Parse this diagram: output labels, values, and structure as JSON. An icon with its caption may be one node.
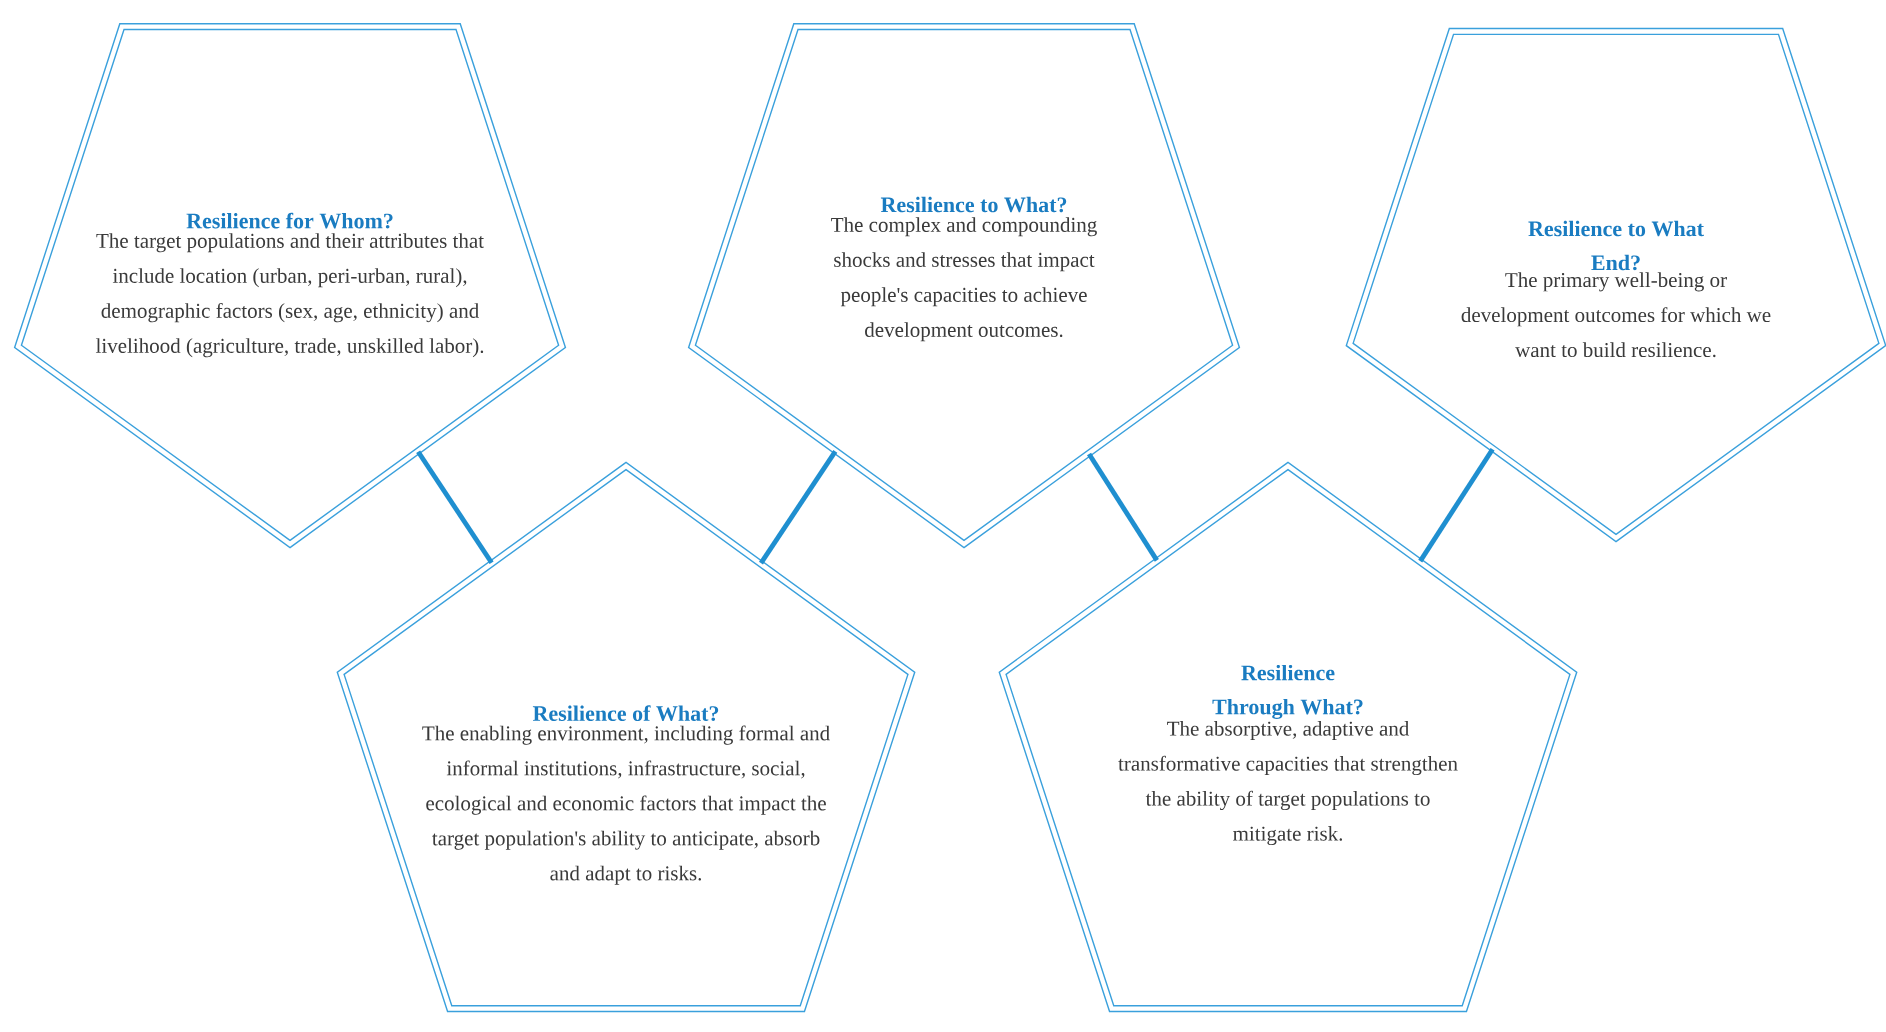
{
  "diagram": {
    "nodes": [
      {
        "text": [
          "Resilience for Whom?",
          "The target populations and their attributes that include location (urban, peri-urban, rural), demographic factors (sex, age, ethnicity) and livelihood (agriculture, trade, unskilled labor)."
        ]
      },
      {
        "text": [
          "Resilience to What?",
          "The complex and compounding shocks and stresses that impact people's capacities to achieve development outcomes."
        ]
      },
      {
        "text": [
          "Resilience to What End?",
          "The primary well-being or development outcomes for which we want to build resilience."
        ]
      },
      {
        "text": [
          "Resilience of What?",
          "The enabling environment, including formal and informal institutions, infrastructure, social, ecological and economic factors that impact the target population's ability to anticipate, absorb and adapt to risks."
        ]
      },
      {
        "text": [
          "Resilience Through What?",
          "The absorptive, adaptive and transformative capacities that strengthen the ability of target populations to mitigate risk."
        ]
      }
    ],
    "edges": [
      {
        "from": 0,
        "to": 3,
        "arrow": "none"
      },
      {
        "from": 3,
        "to": 1,
        "arrow": "none"
      },
      {
        "from": 1,
        "to": 4,
        "arrow": "none"
      },
      {
        "from": 4,
        "to": 2,
        "arrow": "none"
      }
    ]
  }
}
